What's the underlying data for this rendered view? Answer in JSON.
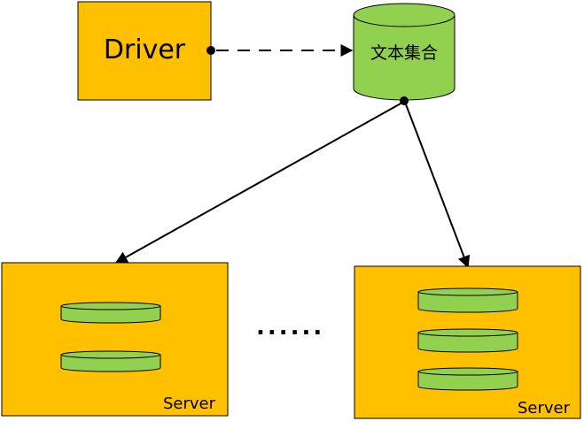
{
  "nodes": {
    "driver": {
      "label": "Driver"
    },
    "text_collection": {
      "label": "文本集合"
    },
    "server_left": {
      "label": "Server",
      "partition_count": 2
    },
    "server_right": {
      "label": "Server",
      "partition_count": 3
    }
  },
  "ellipsis": "......",
  "colors": {
    "server_fill": "#FFC000",
    "partition_fill": "#92D050",
    "stroke": "#000000"
  }
}
